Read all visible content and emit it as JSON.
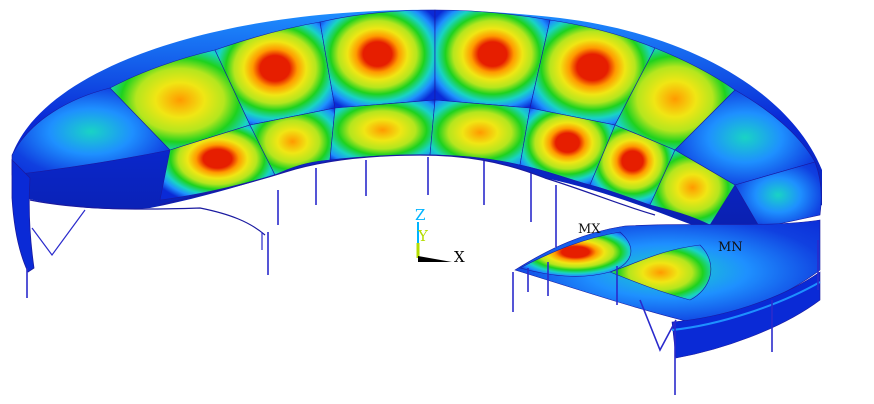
{
  "triad": {
    "z_label": "Z",
    "y_label": "Y",
    "x_label": "X"
  },
  "markers": {
    "max_label": "MX",
    "min_label": "MN"
  },
  "colors": {
    "background": "#ffffff",
    "contour_blue": "#0a2ad6",
    "contour_lightblue": "#1e90ff",
    "contour_cyan": "#19d3c5",
    "contour_green": "#1ed21e",
    "contour_yellowgreen": "#b4e61e",
    "contour_yellow": "#f0e614",
    "contour_orange": "#ff9a00",
    "contour_red": "#e61e00",
    "element_edges": "#1a1aa0",
    "supports": "#2a2acc",
    "axis_z": "#00b4ff",
    "axis_y": "#b4dc00",
    "axis_x": "#000000"
  }
}
